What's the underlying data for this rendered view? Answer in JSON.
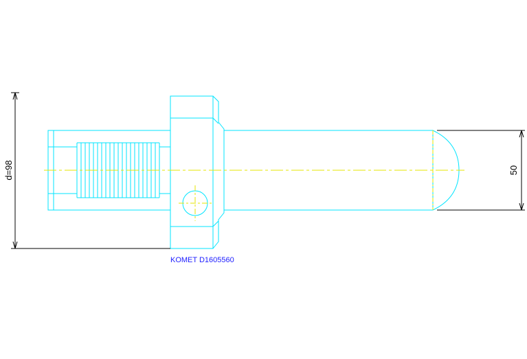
{
  "drawing": {
    "part_label": "KOMET D1605560",
    "dimension_overall": "d=98",
    "dimension_shank": "50",
    "colors": {
      "outline": "#00e5ff",
      "centerline": "#e6e600",
      "dimension": "#000000",
      "label": "#2020ff",
      "background": "#ffffff"
    }
  }
}
